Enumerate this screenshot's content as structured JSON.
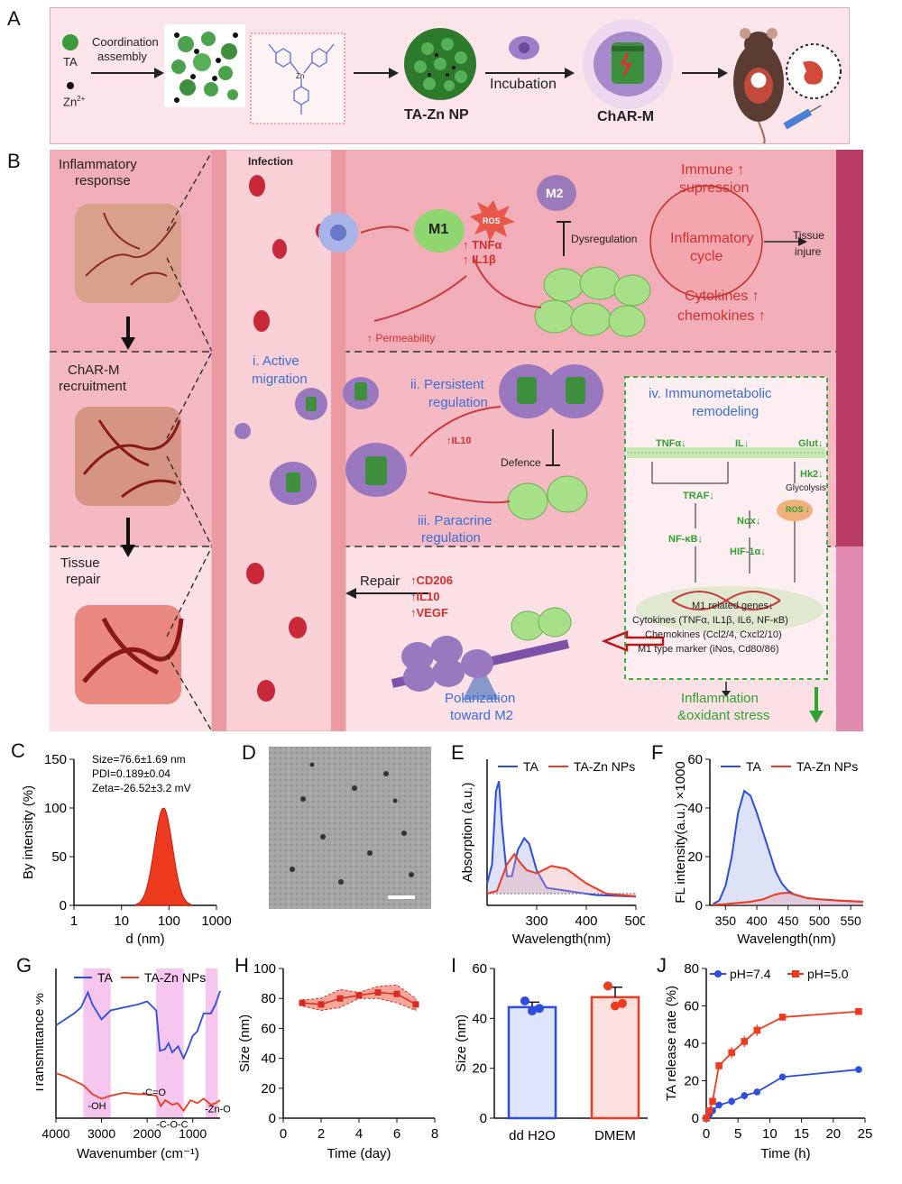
{
  "panel_labels": {
    "a": "A",
    "b": "B",
    "c": "C",
    "d": "D",
    "e": "E",
    "f": "F",
    "g": "G",
    "h": "H",
    "i": "I",
    "j": "J"
  },
  "panel_a": {
    "legend_ta": "TA",
    "legend_zn": "Zn",
    "legend_zn_sup": "2+",
    "step1": "Coordination",
    "step1b": "assembly",
    "zn_label": "Zn",
    "np_label": "TA-Zn NP",
    "step2": "Incubation",
    "charm_label": "ChAR-M"
  },
  "panel_b": {
    "row1_title": "Inflammatory",
    "row1_title2": "response",
    "row2_title": "ChAR-M",
    "row2_title2": "recruitment",
    "row3_title": "Tissue",
    "row3_title2": "repair",
    "infection": "Infection",
    "m1": "M1",
    "m2": "M2",
    "ros": "ROS",
    "tnfa": "↑ TNFα",
    "il1b": "↑ IL1β",
    "dysregulation": "Dysregulation",
    "permeability": "↑ Permeability",
    "immune": "Immune ↑",
    "supression": "supression",
    "inflammatory": "Inflammatory",
    "cycle": "cycle",
    "cytokines": "Cytokines ↑",
    "chemokines": "chemokines ↑",
    "tissue": "Tissue",
    "injure": "injure",
    "active1": "i. Active",
    "active2": "migration",
    "persist1": "ii. Persistent",
    "persist2": "regulation",
    "il10": "↑IL10",
    "defence": "Defence",
    "para1": "iii. Paracrine",
    "para2": "regulation",
    "immuno1": "iv. Immunometabolic",
    "immuno2": "remodeling",
    "tnf_down": "TNFα↓",
    "il_down": "IL↓",
    "glut_down": "Glut↓",
    "hk2": "Hk2↓",
    "glycolysis": "Glycolysis",
    "traf": "TRAF↓",
    "nox": "Nox↓",
    "ros_down": "ROS ↓",
    "nfkb": "NF-κB↓",
    "hif": "HIF-1α↓",
    "m1genes": "M1 related genes↓",
    "genes1": "Cytokines (TNFα, IL1β, IL6, NF-κB)",
    "genes2": "Chemokines (Ccl2/4, Cxcl2/10)",
    "genes3": "M1 type marker (iNos, Cd80/86)",
    "repair": "Repair",
    "cd206": "↑CD206",
    "il10b": "↑IL10",
    "vegf": "↑VEGF",
    "polar1": "Polarization",
    "polar2": "toward M2",
    "outcome1": "Inflammation",
    "outcome2": "&oxidant stress"
  },
  "colors": {
    "ta_blue": "#2b4de0",
    "znnp_red": "#ee3a1f",
    "green_text": "#2fa32f",
    "red_text": "#d3302f",
    "blue_text": "#3a6fd8"
  },
  "chart_data": [
    {
      "panel": "C",
      "type": "area",
      "xlabel": "d (nm)",
      "ylabel": "By intensity (%)",
      "xscale": "log",
      "xlim": [
        1,
        1000
      ],
      "ylim": [
        0,
        150
      ],
      "x_ticks": [
        "1",
        "10",
        "100",
        "1000"
      ],
      "y_ticks": [
        "0",
        "50",
        "100",
        "150"
      ],
      "annotations": [
        "Size=76.6±1.69 nm",
        "PDI=0.189±0.04",
        "Zeta=-26.52±3.2 mV"
      ],
      "peak_center": 76.6,
      "peak_value": 100,
      "peak_log_sigma": 0.19
    },
    {
      "panel": "E",
      "type": "line",
      "xlabel": "Wavelength(nm)",
      "ylabel": "Absorption (a.u.)",
      "xlim": [
        200,
        500
      ],
      "x_ticks": [
        "300",
        "400",
        "500"
      ],
      "series": [
        {
          "name": "TA",
          "x": [
            200,
            210,
            218,
            224,
            230,
            240,
            250,
            262,
            275,
            285,
            300,
            320,
            360,
            420,
            500
          ],
          "y": [
            0.15,
            0.28,
            0.78,
            0.85,
            0.55,
            0.2,
            0.2,
            0.38,
            0.46,
            0.42,
            0.24,
            0.12,
            0.1,
            0.07,
            0.06
          ]
        },
        {
          "name": "TA-Zn NPs",
          "x": [
            200,
            220,
            240,
            255,
            265,
            280,
            300,
            330,
            360,
            400,
            440,
            500
          ],
          "y": [
            0.08,
            0.1,
            0.28,
            0.35,
            0.3,
            0.24,
            0.22,
            0.27,
            0.25,
            0.15,
            0.08,
            0.06
          ]
        }
      ]
    },
    {
      "panel": "F",
      "type": "line",
      "xlabel": "Wavelength(nm)",
      "ylabel": "FL intensity(a.u.) ×1000",
      "xlim": [
        325,
        570
      ],
      "ylim": [
        0,
        60
      ],
      "x_ticks": [
        "350",
        "400",
        "450",
        "500",
        "550"
      ],
      "y_ticks": [
        "0",
        "20",
        "40",
        "60"
      ],
      "series": [
        {
          "name": "TA",
          "x": [
            330,
            340,
            350,
            360,
            370,
            380,
            390,
            400,
            410,
            420,
            430,
            440,
            450,
            460,
            480,
            500,
            530,
            570
          ],
          "y": [
            0.5,
            2,
            8,
            20,
            38,
            47,
            45,
            38,
            30,
            22,
            14,
            9,
            6,
            4.5,
            3,
            2.5,
            2,
            1.5
          ]
        },
        {
          "name": "TA-Zn NPs",
          "x": [
            330,
            350,
            370,
            390,
            410,
            420,
            430,
            440,
            450,
            460,
            480,
            500,
            530,
            570
          ],
          "y": [
            0.2,
            0.5,
            1,
            1.5,
            2.5,
            3.5,
            4.5,
            5,
            5.2,
            4.5,
            3,
            2.5,
            2,
            1.5
          ]
        }
      ]
    },
    {
      "panel": "G",
      "type": "line",
      "xlabel": "Wavenumber (cm⁻¹)",
      "ylabel": "Transmittance %",
      "xlim": [
        4000,
        400
      ],
      "x_ticks": [
        "4000",
        "3000",
        "2000",
        "1000"
      ],
      "annotations": [
        "-OH",
        "-C=O",
        "-C-O-C",
        "-Zn-O"
      ],
      "bands": [
        [
          3400,
          2800
        ],
        [
          1800,
          1200
        ],
        [
          720,
          450
        ]
      ],
      "series": [
        {
          "name": "TA",
          "x": [
            4000,
            3800,
            3600,
            3450,
            3300,
            3200,
            3000,
            2800,
            2500,
            2200,
            2000,
            1800,
            1720,
            1610,
            1530,
            1450,
            1320,
            1200,
            1100,
            1000,
            900,
            760,
            600,
            500,
            400
          ],
          "y": [
            0.62,
            0.66,
            0.7,
            0.74,
            0.84,
            0.76,
            0.66,
            0.72,
            0.74,
            0.76,
            0.78,
            0.72,
            0.45,
            0.46,
            0.5,
            0.44,
            0.48,
            0.4,
            0.47,
            0.55,
            0.58,
            0.7,
            0.7,
            0.76,
            0.85
          ]
        },
        {
          "name": "TA-Zn NPs",
          "x": [
            4000,
            3800,
            3600,
            3400,
            3200,
            3000,
            2800,
            2500,
            2200,
            2000,
            1800,
            1700,
            1600,
            1450,
            1330,
            1200,
            1050,
            900,
            760,
            600,
            500,
            400
          ],
          "y": [
            0.3,
            0.28,
            0.25,
            0.22,
            0.16,
            0.13,
            0.15,
            0.17,
            0.16,
            0.16,
            0.15,
            0.08,
            0.12,
            0.09,
            0.1,
            0.05,
            0.12,
            0.1,
            0.13,
            0.09,
            0.1,
            0.12
          ]
        }
      ]
    },
    {
      "panel": "H",
      "type": "line",
      "xlabel": "Time (day)",
      "ylabel": "Size (nm)",
      "xlim": [
        0,
        8
      ],
      "ylim": [
        0,
        100
      ],
      "x_ticks": [
        "0",
        "2",
        "4",
        "6",
        "8"
      ],
      "y_ticks": [
        "0",
        "20",
        "40",
        "60",
        "80",
        "100"
      ],
      "series": [
        {
          "name": "",
          "x": [
            1,
            2,
            3,
            4,
            5,
            6,
            7
          ],
          "y": [
            77,
            76,
            80,
            82,
            84,
            83,
            76
          ],
          "err": [
            2,
            4,
            6,
            2,
            4,
            6,
            4
          ]
        }
      ]
    },
    {
      "panel": "I",
      "type": "bar",
      "ylabel": "Size (nm)",
      "ylim": [
        0,
        60
      ],
      "y_ticks": [
        "0",
        "20",
        "40",
        "60"
      ],
      "categories": [
        "dd H2O",
        "DMEM"
      ],
      "values": [
        44.5,
        48.5
      ],
      "err": [
        2,
        4
      ],
      "points": [
        [
          47,
          43,
          44
        ],
        [
          53,
          45,
          46
        ]
      ]
    },
    {
      "panel": "J",
      "type": "line",
      "xlabel": "Time (h)",
      "ylabel": "TA release rate (%)",
      "xlim": [
        0,
        25
      ],
      "ylim": [
        0,
        80
      ],
      "x_ticks": [
        "0",
        "5",
        "10",
        "15",
        "20",
        "25"
      ],
      "y_ticks": [
        "0",
        "20",
        "40",
        "60",
        "80"
      ],
      "series": [
        {
          "name": "pH=7.4",
          "x": [
            0,
            0.5,
            1,
            2,
            4,
            6,
            8,
            12,
            24
          ],
          "y": [
            0,
            2,
            4,
            7,
            9,
            12,
            14,
            22,
            26
          ],
          "err": [
            0,
            0.5,
            1,
            1,
            2,
            2,
            1.5,
            1.5,
            1
          ]
        },
        {
          "name": "pH=5.0",
          "x": [
            0,
            0.5,
            1,
            2,
            4,
            6,
            8,
            12,
            24
          ],
          "y": [
            0,
            4,
            9,
            28,
            35,
            41,
            47,
            54,
            57
          ],
          "err": [
            0,
            0.5,
            1,
            2,
            3,
            3,
            3,
            1,
            1
          ]
        }
      ]
    }
  ]
}
